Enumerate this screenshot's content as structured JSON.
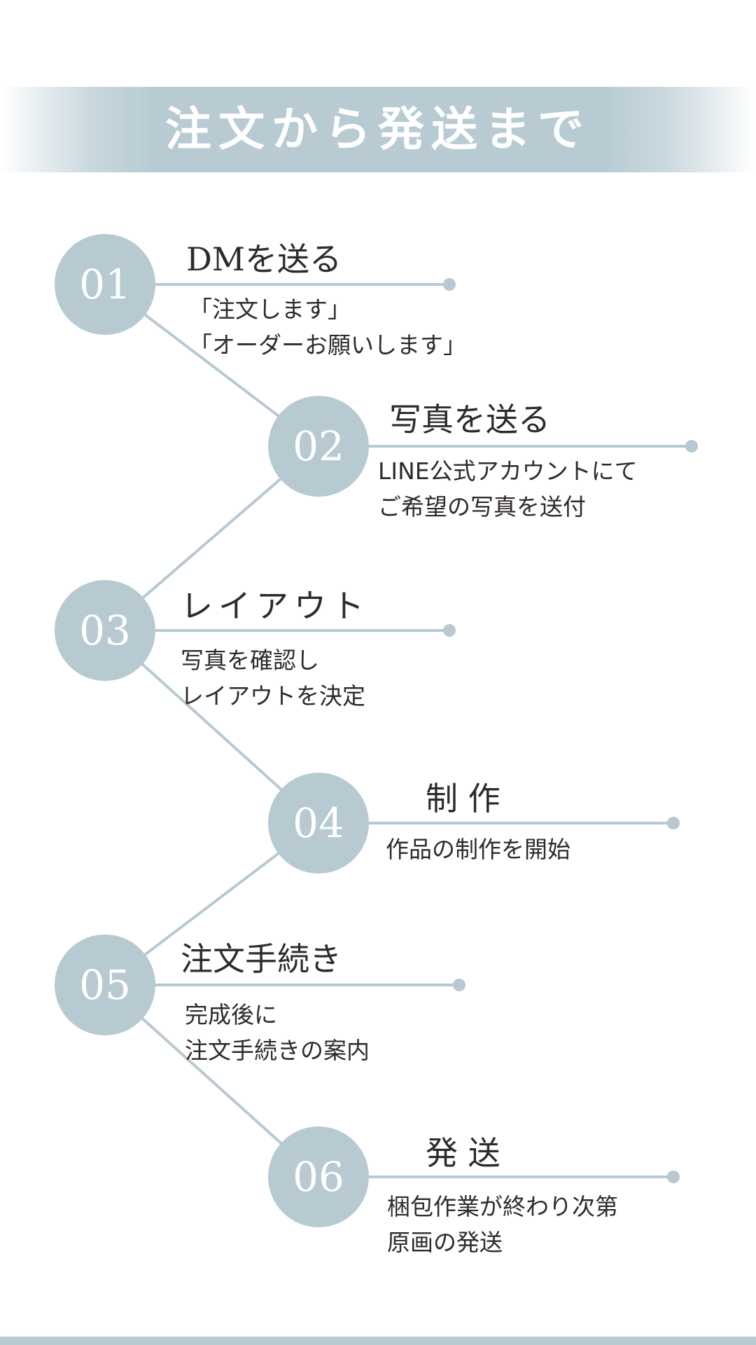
{
  "header": {
    "title": "注文から発送まで"
  },
  "steps": [
    {
      "number": "01",
      "title": "DMを送る",
      "description": [
        "「注文します」",
        "「オーダーお願いします」"
      ]
    },
    {
      "number": "02",
      "title": "写真を送る",
      "description": [
        "LINE公式アカウントにて",
        "ご希望の写真を送付"
      ]
    },
    {
      "number": "03",
      "title": "レイアウト",
      "description": [
        "写真を確認し",
        "レイアウトを決定"
      ]
    },
    {
      "number": "04",
      "title": "制 作",
      "description": [
        "作品の制作を開始"
      ]
    },
    {
      "number": "05",
      "title": "注文手続き",
      "description": [
        "完成後に",
        "注文手続きの案内"
      ]
    },
    {
      "number": "06",
      "title": "発 送",
      "description": [
        "梱包作業が終わり次第",
        "原画の発送"
      ]
    }
  ],
  "colors": {
    "accent": "#b7c9d1",
    "text": "#2f2a2b",
    "background": "#ffffff"
  }
}
